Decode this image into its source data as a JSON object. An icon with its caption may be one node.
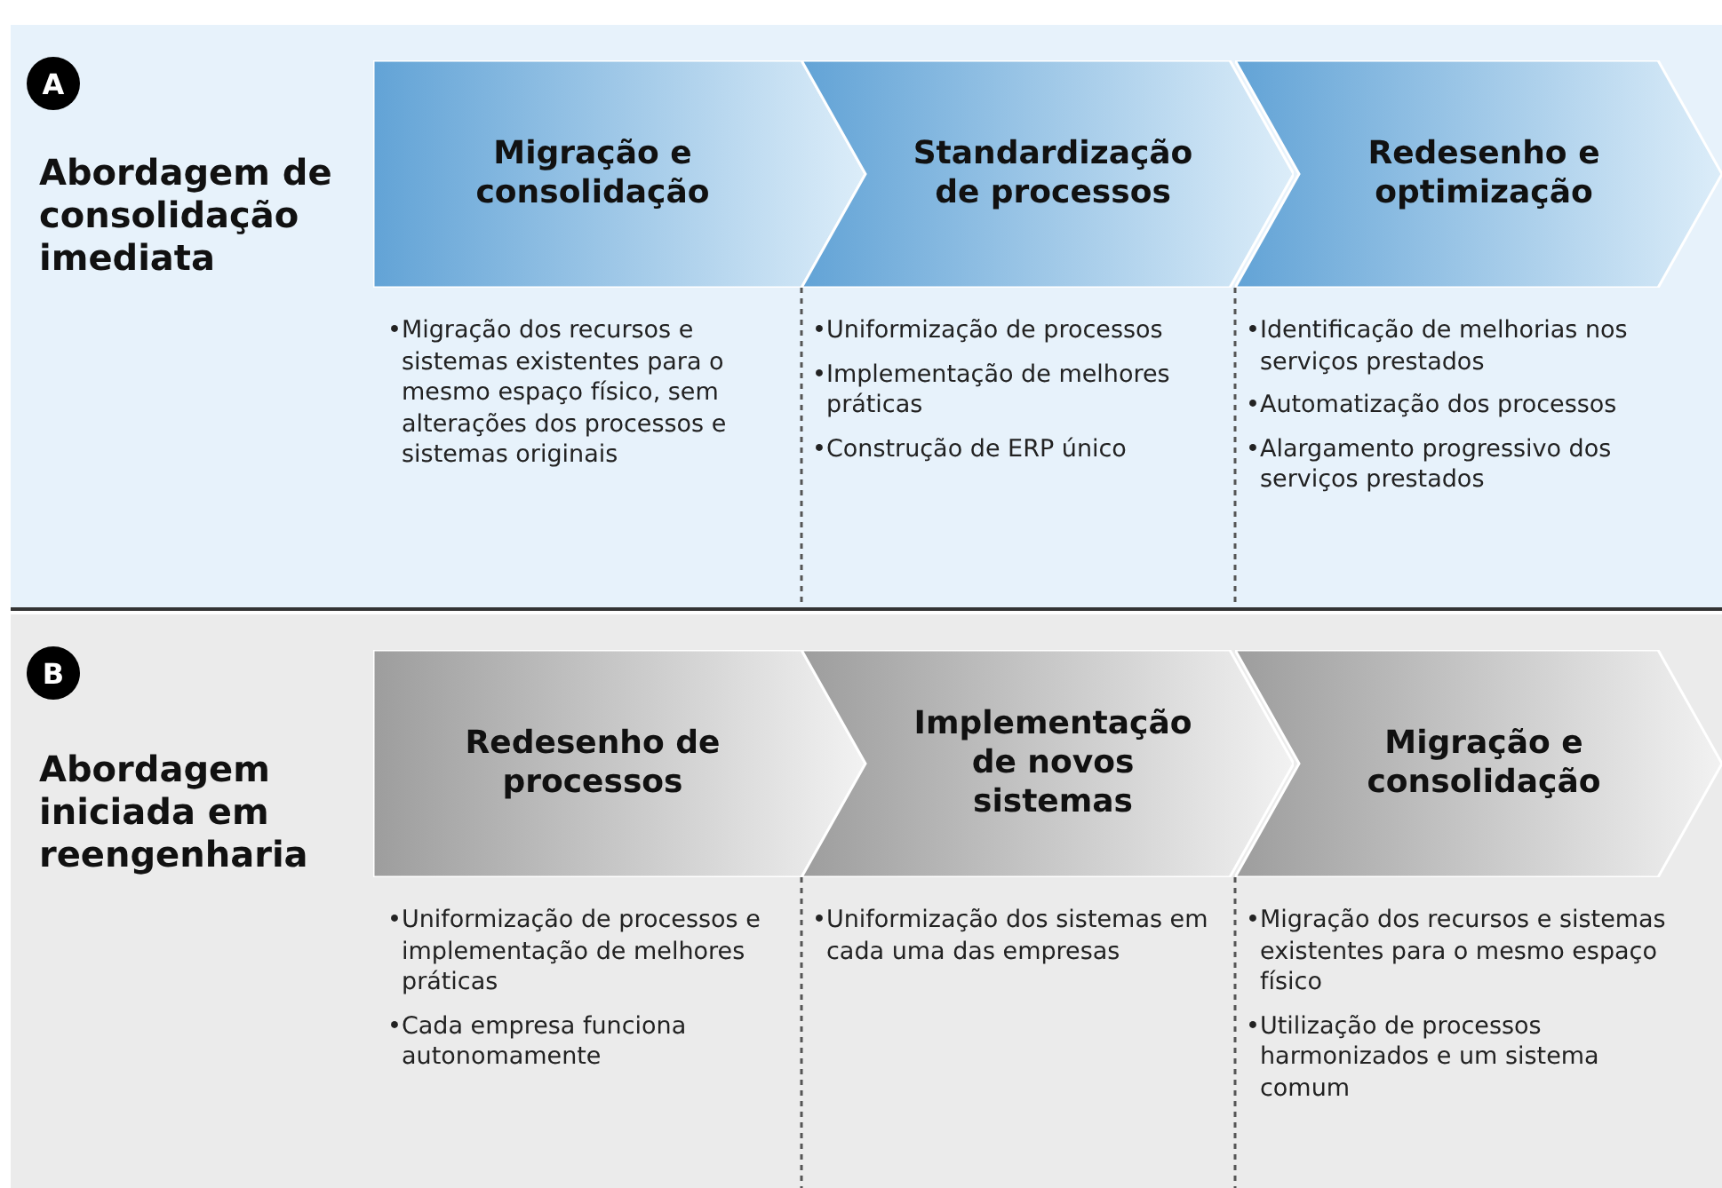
{
  "diagram": {
    "nodes": [
      {
        "text": [
          "Abordagem de consolidação imediata"
        ]
      },
      {
        "text": [
          "A"
        ],
        "in": 0
      },
      {
        "text": [
          "Migração e consolidação"
        ],
        "in": 0,
        "beside": [
          "•Migração dos recursos e sistemas existentes para o mesmo espaço físico, sem alterações dos processos e sistemas originais"
        ]
      },
      {
        "text": [
          "Standardização de processos"
        ],
        "in": 0,
        "beside": [
          "•Uniformização de processos",
          "•Implementação de melhores práticas",
          "•Construção de ERP único"
        ]
      },
      {
        "text": [
          "Redesenho e optimização"
        ],
        "in": 0,
        "beside": [
          "•Identificação de melhorias nos serviços prestados",
          "•Automatização dos processos",
          "•Alargamento progressivo dos serviços prestados"
        ]
      },
      {
        "text": [
          "Abordagem iniciada em reengenharia"
        ]
      },
      {
        "text": [
          "B"
        ],
        "in": 5
      },
      {
        "text": [
          "Redesenho de processos"
        ],
        "in": 5,
        "beside": [
          "•Uniformização de processos e implementação de melhores práticas",
          "•Cada empresa funciona autonomamente"
        ]
      },
      {
        "text": [
          "Implementação de novos sistemas"
        ],
        "in": 5,
        "beside": [
          "•Uniformização dos sistemas em cada uma das empresas"
        ]
      },
      {
        "text": [
          "Migração e consolidação"
        ],
        "in": 5,
        "beside": [
          "•Migração dos recursos e sistemas existentes para o mesmo espaço físico",
          "•Utilização de processos harmonizados e um sistema comum"
        ]
      }
    ]
  }
}
